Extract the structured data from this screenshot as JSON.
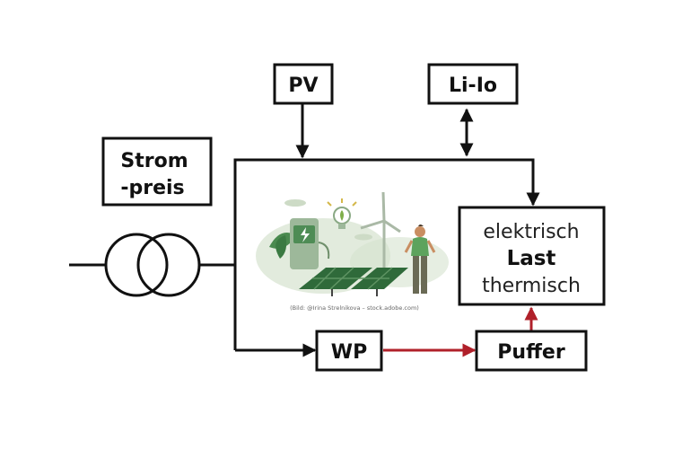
{
  "nodes": {
    "pv": "PV",
    "li_io": "Li-Io",
    "strompreis_line1": "Strom",
    "strompreis_line2": "-preis",
    "wp": "WP",
    "puffer": "Puffer",
    "load_top": "elektrisch",
    "load_middle": "Last",
    "load_bottom": "thermisch"
  },
  "illustration": {
    "caption": "(Bild: @Irina Strelnikova – stock.adobe.com)"
  },
  "colors": {
    "line": "#111111",
    "thermal_flow": "#b0202a",
    "illustration_green": "#2f6a3a",
    "illustration_light": "#d6e3cf"
  }
}
